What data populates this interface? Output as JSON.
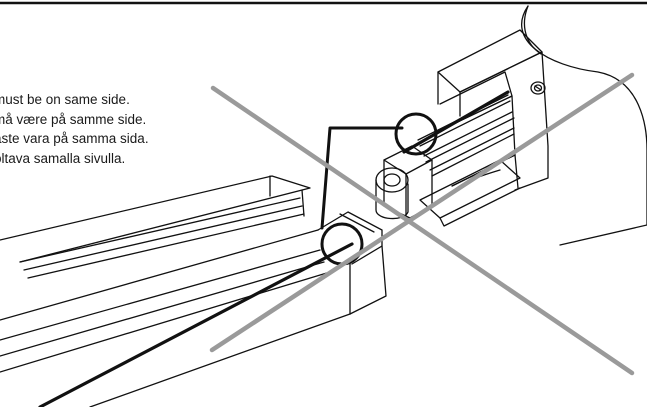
{
  "notes": [
    "must be on same side.",
    "må være på samme side.",
    "åste vara på samma sida.",
    "oltava samalla sivulla."
  ],
  "colors": {
    "line": "#111111",
    "cross": "#9a9a9a",
    "background": "#ffffff"
  },
  "icons": {
    "screw": "screw-head-icon"
  }
}
